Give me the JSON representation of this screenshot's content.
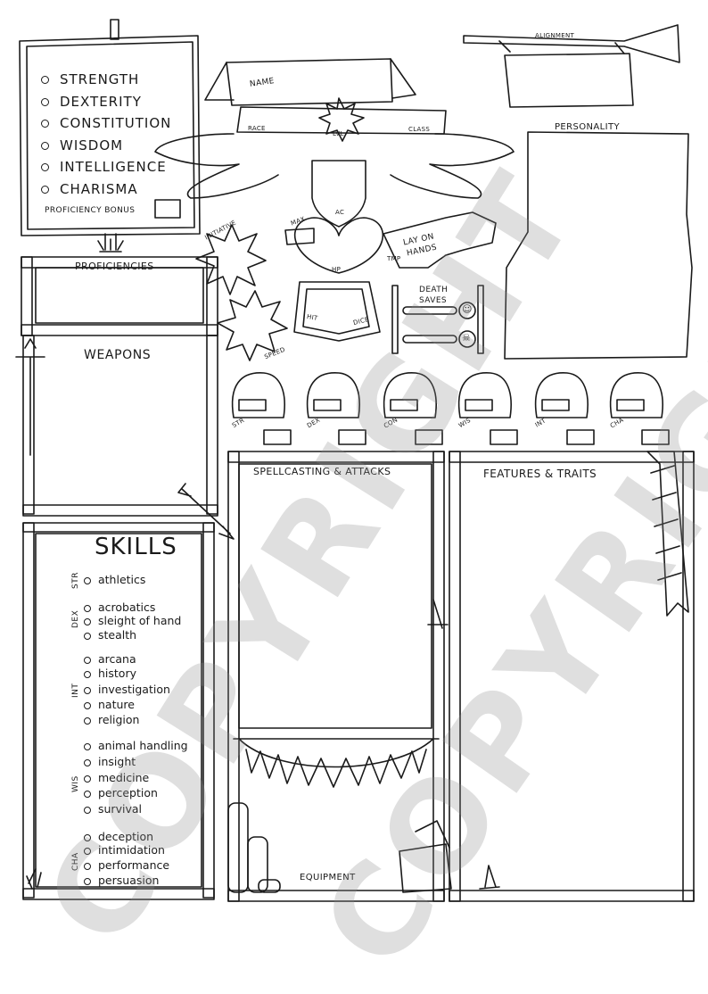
{
  "abilities": {
    "items": [
      "STRENGTH",
      "DEXTERITY",
      "CONSTITUTION",
      "WISDOM",
      "INTELLIGENCE",
      "CHARISMA"
    ],
    "proficiency_bonus": "PROFICIENCY BONUS"
  },
  "banner": {
    "name": "NAME",
    "race": "RACE",
    "lvl": "LVL",
    "class": "CLASS",
    "ac": "AC",
    "max": "MAX",
    "hp": "HP",
    "initiative": "INITIATIVE",
    "speed": "SPEED",
    "lay_on_hands": [
      "LAY ON",
      "HANDS"
    ],
    "hit_dice": [
      "HIT",
      "DICE"
    ],
    "death_saves": [
      "DEATH",
      "SAVES"
    ],
    "tmp": "TMP"
  },
  "alignment": "ALIGNMENT",
  "personality": "PERSONALITY",
  "proficiencies": "PROFICIENCIES",
  "weapons": "WEAPONS",
  "saves": [
    "STR",
    "DEX",
    "CON",
    "WIS",
    "INT",
    "CHA"
  ],
  "spellcasting": "SPELLCASTING & ATTACKS",
  "features": "FEATURES & TRAITS",
  "equipment": "EQUIPMENT",
  "skills": {
    "title": "SKILLS",
    "groups": [
      {
        "ability": "STR",
        "items": [
          "athletics"
        ]
      },
      {
        "ability": "DEX",
        "items": [
          "acrobatics",
          "sleight of hand",
          "stealth"
        ]
      },
      {
        "ability": "INT",
        "items": [
          "arcana",
          "history",
          "investigation",
          "nature",
          "religion"
        ]
      },
      {
        "ability": "WIS",
        "items": [
          "animal handling",
          "insight",
          "medicine",
          "perception",
          "survival"
        ]
      },
      {
        "ability": "CHA",
        "items": [
          "deception",
          "intimidation",
          "performance",
          "persuasion"
        ]
      }
    ]
  },
  "watermark": "COPYRIGHT"
}
